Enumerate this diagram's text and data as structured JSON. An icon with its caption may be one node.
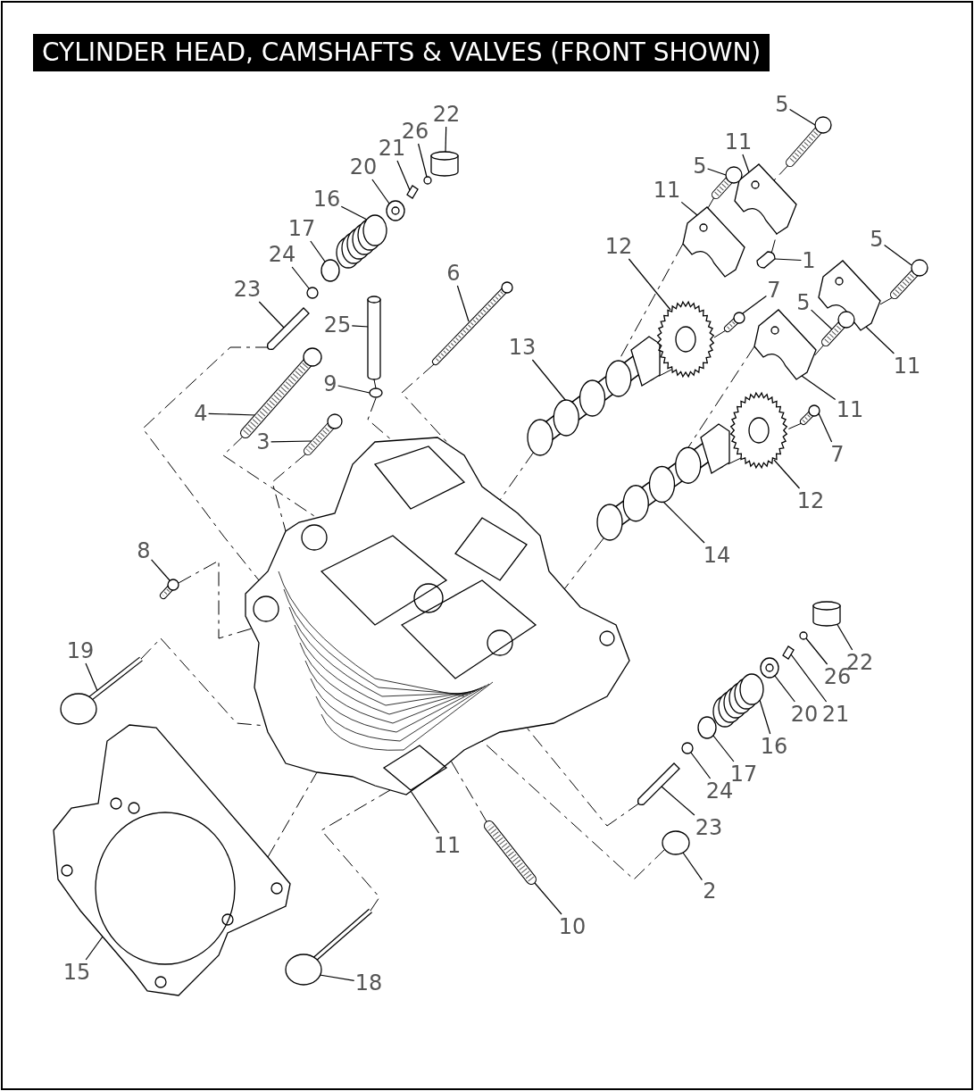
{
  "diagram": {
    "title": "CYLINDER HEAD, CAMSHAFTS & VALVES (FRONT SHOWN)",
    "nodes": [
      {
        "text": [
          "22"
        ]
      },
      {
        "text": [
          "5"
        ]
      },
      {
        "text": [
          "26"
        ]
      },
      {
        "text": [
          "11"
        ]
      },
      {
        "text": [
          "21"
        ]
      },
      {
        "text": [
          "20"
        ]
      },
      {
        "text": [
          "5"
        ]
      },
      {
        "text": [
          "11"
        ]
      },
      {
        "text": [
          "16"
        ]
      },
      {
        "text": [
          "17"
        ]
      },
      {
        "text": [
          "5"
        ]
      },
      {
        "text": [
          "12"
        ]
      },
      {
        "text": [
          "1"
        ]
      },
      {
        "text": [
          "24"
        ]
      },
      {
        "text": [
          "6"
        ]
      },
      {
        "text": [
          "23"
        ]
      },
      {
        "text": [
          "7"
        ]
      },
      {
        "text": [
          "5"
        ]
      },
      {
        "text": [
          "25"
        ]
      },
      {
        "text": [
          "13"
        ]
      },
      {
        "text": [
          "11"
        ]
      },
      {
        "text": [
          "9"
        ]
      },
      {
        "text": [
          "11"
        ]
      },
      {
        "text": [
          "4"
        ]
      },
      {
        "text": [
          "3"
        ]
      },
      {
        "text": [
          "7"
        ]
      },
      {
        "text": [
          "12"
        ]
      },
      {
        "text": [
          "8"
        ]
      },
      {
        "text": [
          "14"
        ]
      },
      {
        "text": [
          "19"
        ]
      },
      {
        "text": [
          "22"
        ]
      },
      {
        "text": [
          "26"
        ]
      },
      {
        "text": [
          "20"
        ]
      },
      {
        "text": [
          "21"
        ]
      },
      {
        "text": [
          "16"
        ]
      },
      {
        "text": [
          "17"
        ]
      },
      {
        "text": [
          "24"
        ]
      },
      {
        "text": [
          "23"
        ]
      },
      {
        "text": [
          "11"
        ]
      },
      {
        "text": [
          "2"
        ]
      },
      {
        "text": [
          "10"
        ]
      },
      {
        "text": [
          "15"
        ]
      },
      {
        "text": [
          "18"
        ]
      },
      {
        "text": [],
        "shape": "picture"
      },
      {
        "text": [],
        "shape": "picture"
      },
      {
        "text": [],
        "shape": "picture"
      },
      {
        "text": [],
        "shape": "picture"
      },
      {
        "text": [],
        "shape": "picture"
      },
      {
        "text": [],
        "shape": "picture"
      },
      {
        "text": [],
        "shape": "picture"
      },
      {
        "text": [],
        "shape": "picture"
      },
      {
        "text": [],
        "shape": "picture"
      },
      {
        "text": [],
        "shape": "picture"
      },
      {
        "text": [],
        "shape": "picture"
      },
      {
        "text": [],
        "shape": "picture"
      },
      {
        "text": [],
        "shape": "picture"
      },
      {
        "text": [],
        "shape": "picture"
      },
      {
        "text": [],
        "shape": "picture"
      },
      {
        "text": [],
        "shape": "picture"
      },
      {
        "text": [],
        "shape": "picture"
      },
      {
        "text": [],
        "shape": "picture"
      },
      {
        "text": [],
        "shape": "picture"
      },
      {
        "text": [],
        "shape": "picture"
      },
      {
        "text": [],
        "shape": "picture"
      },
      {
        "text": [],
        "shape": "picture"
      },
      {
        "text": [],
        "shape": "picture"
      },
      {
        "text": [],
        "shape": "picture"
      },
      {
        "text": [],
        "shape": "cylinder"
      },
      {
        "text": [],
        "shape": "circle"
      },
      {
        "text": [],
        "shape": "picture"
      },
      {
        "text": [],
        "shape": "circle"
      },
      {
        "text": [],
        "shape": "circle"
      },
      {
        "text": [],
        "shape": "picture"
      },
      {
        "text": [],
        "shape": "picture"
      },
      {
        "text": [],
        "shape": "picture"
      },
      {
        "text": [],
        "shape": "circle"
      },
      {
        "text": [],
        "shape": "cylinder"
      },
      {
        "text": [],
        "shape": "picture"
      },
      {
        "text": [],
        "shape": "circle"
      },
      {
        "text": [],
        "shape": "circle"
      },
      {
        "text": [],
        "shape": "picture"
      },
      {
        "text": [],
        "shape": "picture"
      },
      {
        "text": [],
        "shape": "picture"
      },
      {
        "text": [],
        "shape": "circle"
      },
      {
        "text": [],
        "shape": "cylinder"
      },
      {
        "text": [],
        "shape": "circle"
      }
    ],
    "edges": [
      {
        "from": 0,
        "to": 76,
        "arrow": "none"
      },
      {
        "from": 1,
        "to": 56,
        "arrow": "none"
      },
      {
        "from": 2,
        "to": 75,
        "arrow": "none"
      },
      {
        "from": 3,
        "to": 52,
        "arrow": "none"
      },
      {
        "from": 4,
        "to": 74,
        "arrow": "none"
      },
      {
        "from": 5,
        "to": 73,
        "arrow": "none"
      },
      {
        "from": 6,
        "to": 57,
        "arrow": "none"
      },
      {
        "from": 7,
        "to": 51,
        "arrow": "none"
      },
      {
        "from": 8,
        "to": 72,
        "arrow": "none"
      },
      {
        "from": 9,
        "to": 71,
        "arrow": "none"
      },
      {
        "from": 10,
        "to": 58,
        "arrow": "none"
      },
      {
        "from": 11,
        "to": 49,
        "arrow": "none"
      },
      {
        "from": 12,
        "to": 55,
        "arrow": "none"
      },
      {
        "from": 13,
        "to": 70,
        "arrow": "none"
      },
      {
        "from": 14,
        "to": 60,
        "arrow": "none"
      },
      {
        "from": 15,
        "to": 69,
        "arrow": "none"
      },
      {
        "from": 16,
        "to": 63,
        "arrow": "none"
      },
      {
        "from": 17,
        "to": 59,
        "arrow": "none"
      },
      {
        "from": 18,
        "to": 67,
        "arrow": "none"
      },
      {
        "from": 19,
        "to": 47,
        "arrow": "none"
      },
      {
        "from": 20,
        "to": 54,
        "arrow": "none"
      },
      {
        "from": 21,
        "to": 68,
        "arrow": "none"
      },
      {
        "from": 22,
        "to": 53,
        "arrow": "none"
      },
      {
        "from": 23,
        "to": 61,
        "arrow": "none"
      },
      {
        "from": 24,
        "to": 62,
        "arrow": "none"
      },
      {
        "from": 25,
        "to": 64,
        "arrow": "none"
      },
      {
        "from": 26,
        "to": 50,
        "arrow": "none"
      },
      {
        "from": 27,
        "to": 65,
        "arrow": "none"
      },
      {
        "from": 28,
        "to": 48,
        "arrow": "none"
      },
      {
        "from": 29,
        "to": 45,
        "arrow": "none"
      },
      {
        "from": 30,
        "to": 84,
        "arrow": "none"
      },
      {
        "from": 31,
        "to": 83,
        "arrow": "none"
      },
      {
        "from": 32,
        "to": 81,
        "arrow": "none"
      },
      {
        "from": 33,
        "to": 82,
        "arrow": "none"
      },
      {
        "from": 34,
        "to": 80,
        "arrow": "none"
      },
      {
        "from": 35,
        "to": 79,
        "arrow": "none"
      },
      {
        "from": 36,
        "to": 78,
        "arrow": "none"
      },
      {
        "from": 37,
        "to": 77,
        "arrow": "none"
      },
      {
        "from": 38,
        "to": 43,
        "arrow": "none"
      },
      {
        "from": 39,
        "to": 85,
        "arrow": "none"
      },
      {
        "from": 40,
        "to": 66,
        "arrow": "none"
      },
      {
        "from": 41,
        "to": 44,
        "arrow": "none"
      },
      {
        "from": 42,
        "to": 46,
        "arrow": "none"
      },
      {
        "from": 69,
        "to": 43,
        "arrow": "none",
        "style": "dashed"
      },
      {
        "from": 65,
        "to": 43,
        "arrow": "none",
        "style": "dashed"
      },
      {
        "from": 45,
        "to": 43,
        "arrow": "none",
        "style": "dashed"
      },
      {
        "from": 61,
        "to": 43,
        "arrow": "none",
        "style": "dashed"
      },
      {
        "from": 62,
        "to": 43,
        "arrow": "none",
        "style": "dashed"
      },
      {
        "from": 68,
        "to": 43,
        "arrow": "none",
        "style": "dashed"
      },
      {
        "from": 60,
        "to": 43,
        "arrow": "none",
        "style": "dashed"
      },
      {
        "from": 47,
        "to": 43,
        "arrow": "none",
        "style": "dashed"
      },
      {
        "from": 48,
        "to": 43,
        "arrow": "none",
        "style": "dashed"
      },
      {
        "from": 49,
        "to": 47,
        "arrow": "none",
        "style": "dashed"
      },
      {
        "from": 50,
        "to": 48,
        "arrow": "none",
        "style": "dashed"
      },
      {
        "from": 51,
        "to": 47,
        "arrow": "none",
        "style": "dashed"
      },
      {
        "from": 53,
        "to": 48,
        "arrow": "none",
        "style": "dashed"
      },
      {
        "from": 56,
        "to": 52,
        "arrow": "none",
        "style": "dashed"
      },
      {
        "from": 57,
        "to": 51,
        "arrow": "none",
        "style": "dashed"
      },
      {
        "from": 58,
        "to": 54,
        "arrow": "none",
        "style": "dashed"
      },
      {
        "from": 59,
        "to": 53,
        "arrow": "none",
        "style": "dashed"
      },
      {
        "from": 63,
        "to": 49,
        "arrow": "none",
        "style": "dashed"
      },
      {
        "from": 64,
        "to": 50,
        "arrow": "none",
        "style": "dashed"
      },
      {
        "from": 77,
        "to": 43,
        "arrow": "none",
        "style": "dashed"
      },
      {
        "from": 85,
        "to": 43,
        "arrow": "none",
        "style": "dashed"
      },
      {
        "from": 66,
        "to": 43,
        "arrow": "none",
        "style": "dashed"
      },
      {
        "from": 46,
        "to": 43,
        "arrow": "none",
        "style": "dashed"
      },
      {
        "from": 44,
        "to": 43,
        "arrow": "none",
        "style": "dashed"
      },
      {
        "from": 55,
        "to": 52,
        "arrow": "none",
        "style": "dashed"
      },
      {
        "from": 67,
        "to": 68,
        "arrow": "none",
        "style": "dashed"
      }
    ]
  }
}
